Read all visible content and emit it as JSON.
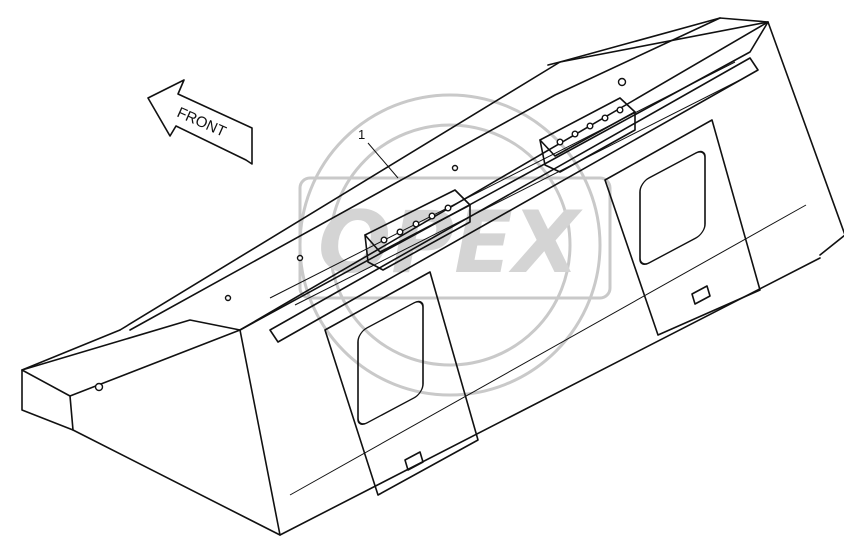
{
  "diagram": {
    "callouts": [
      {
        "label": "1"
      }
    ],
    "direction_arrow": {
      "label": "FRONT"
    },
    "watermark": {
      "text": "OPEX"
    }
  }
}
